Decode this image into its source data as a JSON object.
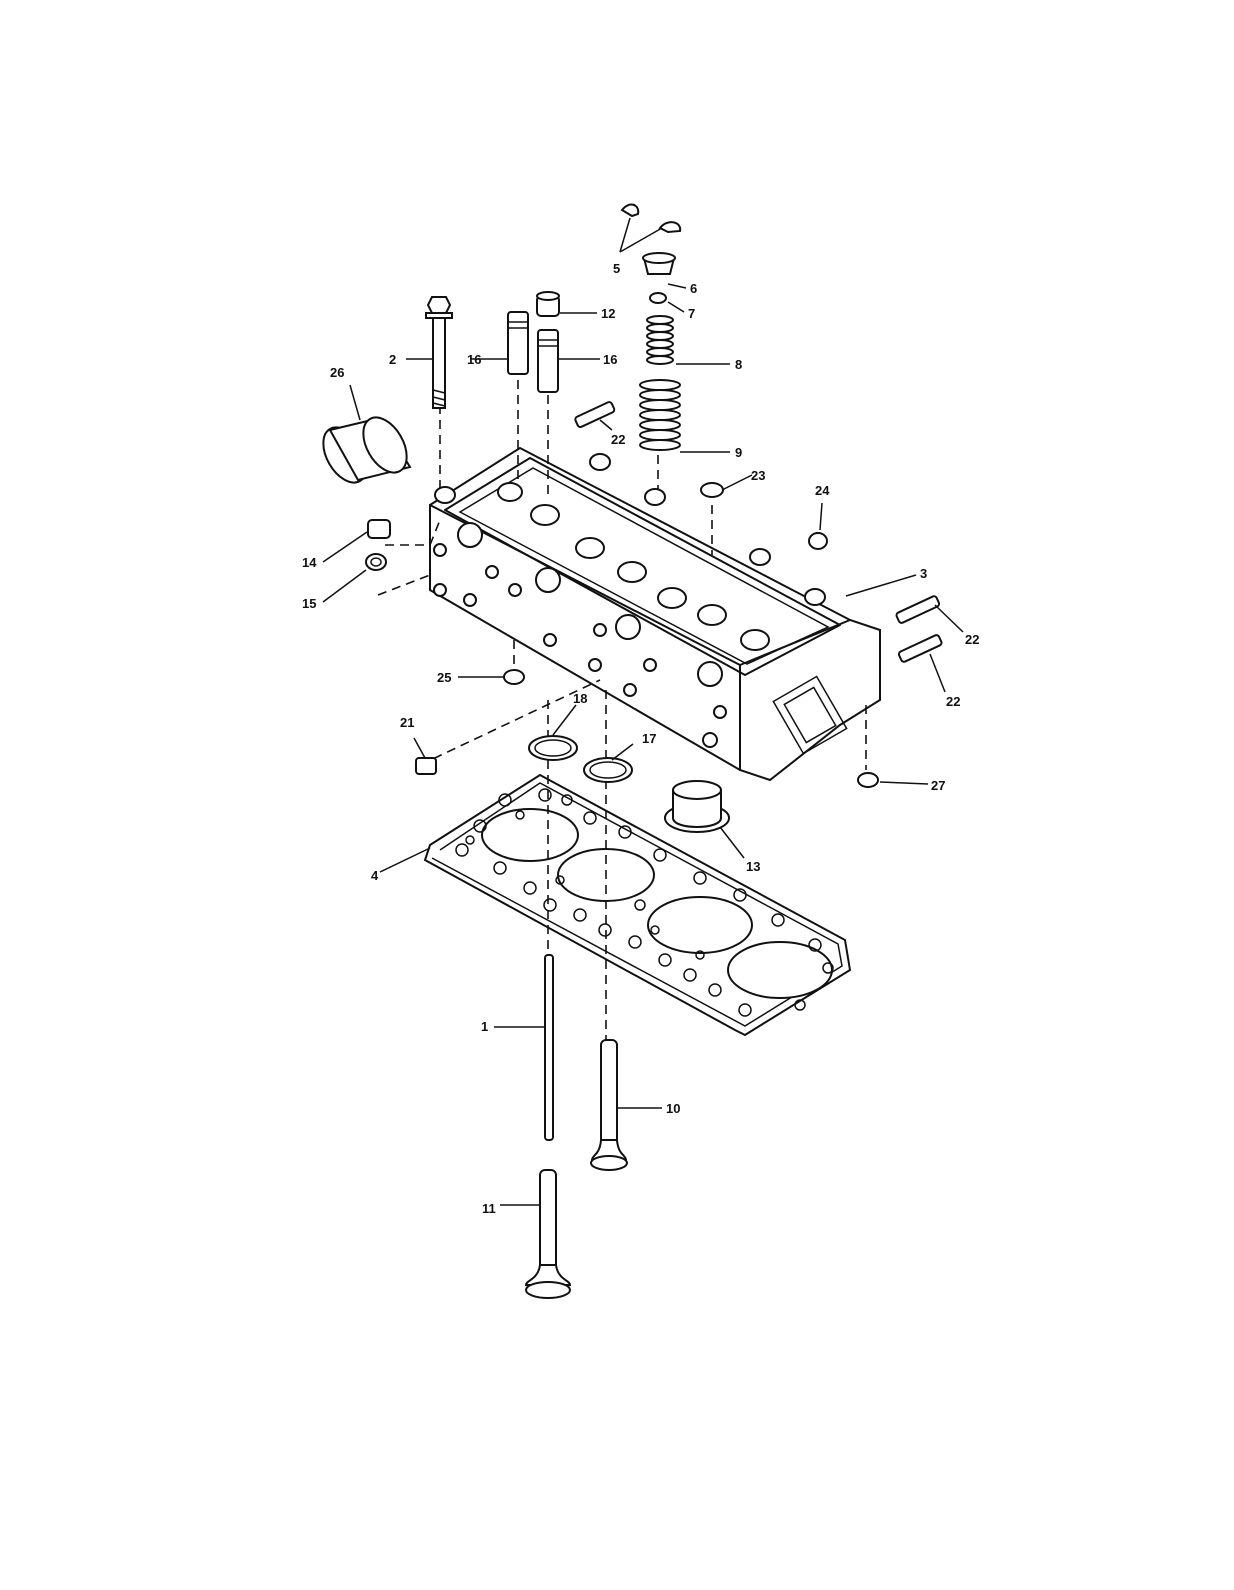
{
  "diagram": {
    "callouts": [
      "1",
      "2",
      "3",
      "4",
      "5",
      "6",
      "7",
      "8",
      "9",
      "10",
      "11",
      "12",
      "13",
      "14",
      "15",
      "16",
      "16",
      "17",
      "18",
      "21",
      "22",
      "22",
      "22",
      "23",
      "24",
      "25",
      "26",
      "27"
    ]
  }
}
